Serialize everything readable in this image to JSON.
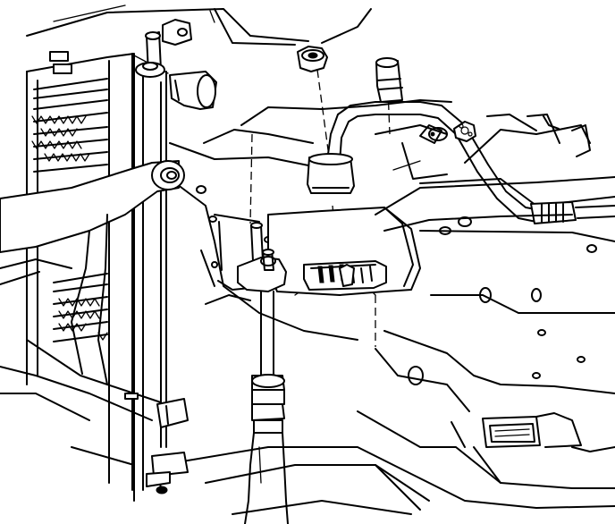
{
  "diagram": {
    "kind": "line-art service illustration",
    "colors": {
      "ink": "#000000",
      "paper": "#ffffff"
    },
    "components": [
      {
        "id": "radiator-core",
        "icon": "radiator-icon"
      },
      {
        "id": "radiator-support",
        "icon": "bracket-icon"
      },
      {
        "id": "upper-hose-outlet",
        "icon": "hose-icon"
      },
      {
        "id": "condenser-line-nut",
        "icon": "nut-icon"
      },
      {
        "id": "sealing-washer",
        "icon": "washer-icon"
      },
      {
        "id": "line-block-fitting",
        "icon": "fitting-icon"
      },
      {
        "id": "line-end-cap",
        "icon": "cap-icon"
      },
      {
        "id": "refrigerant-line",
        "icon": "pipe-icon"
      },
      {
        "id": "hose-assembly",
        "icon": "hose-icon"
      },
      {
        "id": "retaining-clip",
        "icon": "clip-icon"
      },
      {
        "id": "mounting-bracket",
        "icon": "bracket-icon"
      },
      {
        "id": "body-panel",
        "icon": "panel-icon"
      }
    ]
  }
}
